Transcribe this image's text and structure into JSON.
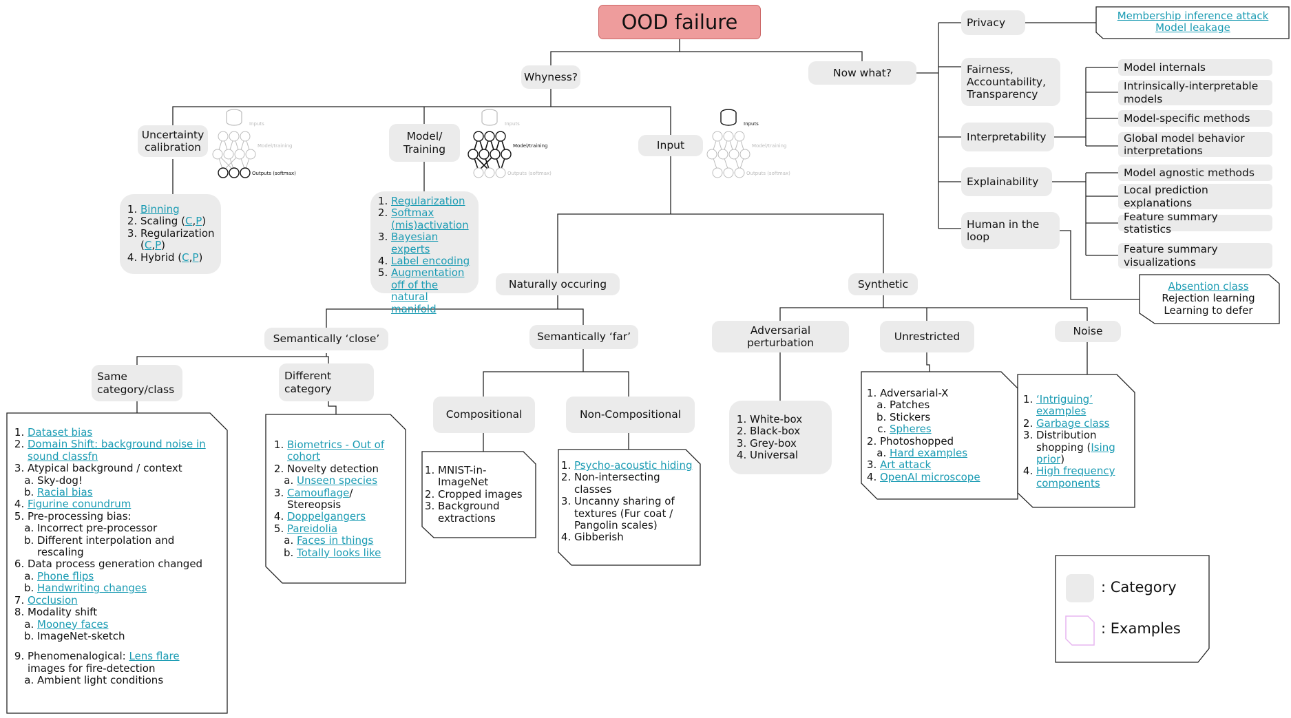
{
  "root": "OOD failure",
  "why": {
    "label": "Whyness?",
    "uncertainty": {
      "label": "Uncertainty calibration",
      "items": [
        {
          "parts": [
            {
              "t": "Binning",
              "link": true
            }
          ]
        },
        {
          "parts": [
            {
              "t": "Scaling ("
            },
            {
              "t": "C",
              "link": true
            },
            {
              "t": ","
            },
            {
              "t": "P",
              "link": true
            },
            {
              "t": ")"
            }
          ]
        },
        {
          "parts": [
            {
              "t": "Regularization ("
            },
            {
              "t": "C",
              "link": true
            },
            {
              "t": ","
            },
            {
              "t": "P",
              "link": true
            },
            {
              "t": ")"
            }
          ]
        },
        {
          "parts": [
            {
              "t": "Hybrid ("
            },
            {
              "t": "C",
              "link": true
            },
            {
              "t": ","
            },
            {
              "t": "P",
              "link": true
            },
            {
              "t": ")"
            }
          ]
        }
      ]
    },
    "model_training": {
      "label": "Model/ Training",
      "items": [
        {
          "parts": [
            {
              "t": "Regularization",
              "link": true
            }
          ]
        },
        {
          "parts": [
            {
              "t": "Softmax (mis)activation",
              "link": true
            }
          ]
        },
        {
          "parts": [
            {
              "t": "Bayesian experts",
              "link": true
            }
          ]
        },
        {
          "parts": [
            {
              "t": "Label encoding",
              "link": true
            }
          ]
        },
        {
          "parts": [
            {
              "t": "Augmentation off of the natural manifold",
              "link": true
            }
          ]
        }
      ]
    },
    "input": {
      "label": "Input"
    },
    "nn_labels": {
      "inputs": "Inputs",
      "model_training": "Model/training",
      "outputs": "Outputs (softmax)"
    }
  },
  "natural": {
    "label": "Naturally occuring",
    "close": {
      "label": "Semantically ‘close’",
      "same": {
        "label": "Same category/class",
        "items": [
          {
            "parts": [
              {
                "t": "Dataset bias",
                "link": true
              }
            ]
          },
          {
            "parts": [
              {
                "t": "Domain Shift: background noise in sound classfn",
                "link": true
              }
            ]
          },
          {
            "parts": [
              {
                "t": "Atypical background / context"
              }
            ],
            "sub": [
              {
                "parts": [
                  {
                    "t": "Sky-dog!"
                  }
                ]
              },
              {
                "parts": [
                  {
                    "t": "Racial bias",
                    "link": true
                  }
                ]
              }
            ]
          },
          {
            "parts": [
              {
                "t": "Figurine conundrum",
                "link": true
              }
            ]
          },
          {
            "parts": [
              {
                "t": "Pre-processing bias:"
              }
            ],
            "sub": [
              {
                "parts": [
                  {
                    "t": "Incorrect pre-processor"
                  }
                ]
              },
              {
                "parts": [
                  {
                    "t": "Different interpolation and rescaling"
                  }
                ]
              }
            ]
          },
          {
            "parts": [
              {
                "t": "Data process generation changed"
              }
            ],
            "sub": [
              {
                "parts": [
                  {
                    "t": "Phone flips",
                    "link": true
                  }
                ]
              },
              {
                "parts": [
                  {
                    "t": "Handwriting changes",
                    "link": true
                  }
                ]
              }
            ]
          },
          {
            "parts": [
              {
                "t": "Occlusion",
                "link": true
              }
            ]
          },
          {
            "parts": [
              {
                "t": "Modality shift"
              }
            ],
            "sub": [
              {
                "parts": [
                  {
                    "t": "Mooney faces",
                    "link": true
                  }
                ]
              },
              {
                "parts": [
                  {
                    "t": "ImageNet-sketch"
                  }
                ]
              }
            ]
          },
          {
            "gap": true,
            "parts": [
              {
                "t": "Phenomenalogical: "
              },
              {
                "t": "Lens flare",
                "link": true
              },
              {
                "t": " images for fire-detection"
              }
            ],
            "sub": [
              {
                "parts": [
                  {
                    "t": "Ambient light conditions"
                  }
                ]
              }
            ]
          }
        ]
      },
      "different": {
        "label": "Different category",
        "items": [
          {
            "parts": [
              {
                "t": "Biometrics - Out of cohort",
                "link": true
              }
            ]
          },
          {
            "parts": [
              {
                "t": "Novelty detection"
              }
            ],
            "sub": [
              {
                "parts": [
                  {
                    "t": "Unseen species",
                    "link": true
                  }
                ]
              }
            ]
          },
          {
            "parts": [
              {
                "t": "Camouflage",
                "link": true
              },
              {
                "t": "/ Stereopsis"
              }
            ]
          },
          {
            "parts": [
              {
                "t": "Doppelgangers",
                "link": true
              }
            ]
          },
          {
            "parts": [
              {
                "t": "Pareidolia",
                "link": true
              }
            ],
            "sub": [
              {
                "parts": [
                  {
                    "t": "Faces in things",
                    "link": true
                  }
                ]
              },
              {
                "parts": [
                  {
                    "t": "Totally looks like",
                    "link": true
                  }
                ]
              }
            ]
          }
        ]
      }
    },
    "far": {
      "label": "Semantically ‘far’",
      "compositional": {
        "label": "Compositional",
        "items": [
          {
            "parts": [
              {
                "t": "MNIST-in-ImageNet"
              }
            ]
          },
          {
            "parts": [
              {
                "t": "Cropped images"
              }
            ]
          },
          {
            "parts": [
              {
                "t": "Background extractions"
              }
            ]
          }
        ]
      },
      "noncompositional": {
        "label": "Non-Compositional",
        "items": [
          {
            "parts": [
              {
                "t": "Psycho-acoustic hiding",
                "link": true
              }
            ]
          },
          {
            "parts": [
              {
                "t": "Non-intersecting classes"
              }
            ]
          },
          {
            "parts": [
              {
                "t": "Uncanny sharing of textures (Fur coat / Pangolin scales)"
              }
            ]
          },
          {
            "parts": [
              {
                "t": "Gibberish"
              }
            ]
          }
        ]
      }
    }
  },
  "synthetic": {
    "label": "Synthetic",
    "adversarial": {
      "label": "Adversarial perturbation",
      "items": [
        {
          "parts": [
            {
              "t": "White-box"
            }
          ]
        },
        {
          "parts": [
            {
              "t": "Black-box"
            }
          ]
        },
        {
          "parts": [
            {
              "t": "Grey-box"
            }
          ]
        },
        {
          "parts": [
            {
              "t": "Universal"
            }
          ]
        }
      ]
    },
    "unrestricted": {
      "label": "Unrestricted",
      "items": [
        {
          "parts": [
            {
              "t": "Adversarial-X"
            }
          ],
          "sub": [
            {
              "parts": [
                {
                  "t": "Patches"
                }
              ]
            },
            {
              "parts": [
                {
                  "t": "Stickers"
                }
              ]
            },
            {
              "parts": [
                {
                  "t": "Spheres",
                  "link": true
                }
              ]
            }
          ]
        },
        {
          "parts": [
            {
              "t": "Photoshopped"
            }
          ],
          "sub": [
            {
              "parts": [
                {
                  "t": "Hard examples",
                  "link": true
                }
              ]
            }
          ]
        },
        {
          "parts": [
            {
              "t": "Art attack",
              "link": true
            }
          ]
        },
        {
          "parts": [
            {
              "t": "OpenAI microscope",
              "link": true
            }
          ]
        }
      ]
    },
    "noise": {
      "label": "Noise",
      "items": [
        {
          "parts": [
            {
              "t": "‘Intriguing’ examples",
              "link": true
            }
          ]
        },
        {
          "parts": [
            {
              "t": "Garbage class",
              "link": true
            }
          ]
        },
        {
          "parts": [
            {
              "t": "Distribution shopping ("
            },
            {
              "t": "Ising prior",
              "link": true
            },
            {
              "t": ")"
            }
          ]
        },
        {
          "parts": [
            {
              "t": "High frequency components",
              "link": true
            }
          ]
        }
      ]
    }
  },
  "nowwhat": {
    "label": "Now what?",
    "privacy": {
      "label": "Privacy",
      "examples": [
        "Membership inference attack",
        "Model leakage"
      ]
    },
    "fairness": {
      "label": "Fairness, Accountability, Transparency"
    },
    "interpretability": {
      "label": "Interpretability",
      "children": [
        "Model internals",
        "Intrinsically-interpretable models",
        "Model-specific methods",
        "Global model behavior interpretations"
      ]
    },
    "explainability": {
      "label": "Explainability",
      "children": [
        "Model agnostic methods",
        "Local prediction explanations",
        "Feature summary statistics",
        "Feature summary visualizations"
      ]
    },
    "human": {
      "label": "Human in the loop",
      "examples": [
        {
          "t": "Absention class",
          "link": true
        },
        {
          "t": "Rejection learning"
        },
        {
          "t": "Learning to defer"
        }
      ]
    }
  },
  "legend": {
    "category": ": Category",
    "examples": ": Examples"
  },
  "colors": {
    "root_fill": "#ee9c9c",
    "category_fill": "#ebebeb",
    "link": "#1a9bb3",
    "line": "#222222",
    "legend_example_border": "#e7b6f0"
  }
}
